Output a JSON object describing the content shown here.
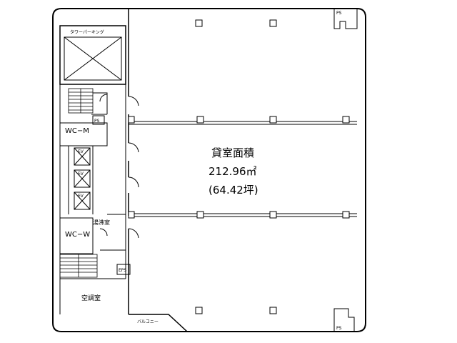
{
  "floor": {
    "area_title": "貸室面積",
    "area_sqm": "212.96㎡",
    "area_tsubo": "(64.42坪)"
  },
  "rooms": {
    "tower_parking": "タワーパーキング",
    "wc_m": "WC−M",
    "wc_w": "WC−W",
    "ps_core": "PS",
    "ps_top": "PS",
    "ps_bottom": "PS",
    "ev_1": "EV",
    "ev_2": "EV",
    "ev_3": "EV",
    "cleaning_room": "湯沸室",
    "eps": "EPS",
    "ac_room": "空調室",
    "balcony": "バルコニー"
  }
}
